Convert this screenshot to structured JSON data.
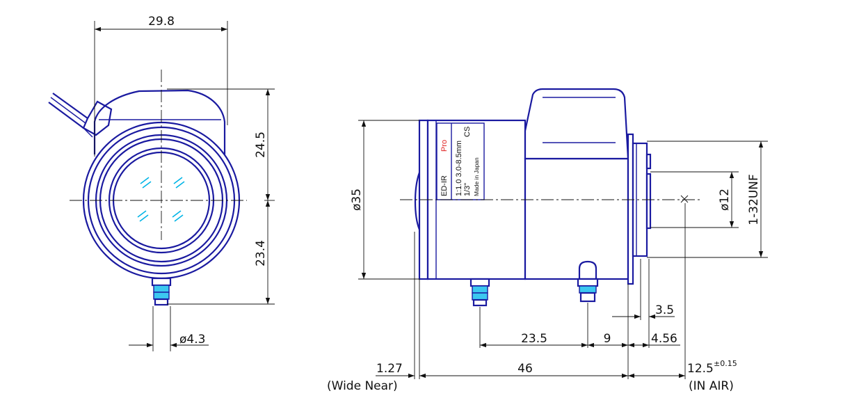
{
  "dimensions": {
    "front_width": "29.8",
    "front_top_height": "24.5",
    "front_bottom_height": "23.4",
    "connector_dia": "ø4.3",
    "body_dia": "ø35",
    "mount_dia": "ø12",
    "mount_thread": "1-32UNF",
    "len_23_5": "23.5",
    "len_9": "9",
    "len_3_5": "3.5",
    "len_4_56": "4.56",
    "len_1_27": "1.27",
    "len_46": "46",
    "backfocus": "12.5",
    "backfocus_tol": "±0.15"
  },
  "notes": {
    "wide_near": "(Wide Near)",
    "in_air": "(IN AIR)"
  },
  "label": {
    "model": "ED-IR",
    "series": "Pro",
    "spec": "1:1.0  3.0-8.5mm",
    "format": "1/3\"",
    "mount": "CS",
    "origin": "Made in Japan"
  },
  "colors": {
    "outline": "#1a1aa0",
    "glass": "#00b4e6",
    "dimension": "#111111",
    "label_accent": "#e02020"
  }
}
